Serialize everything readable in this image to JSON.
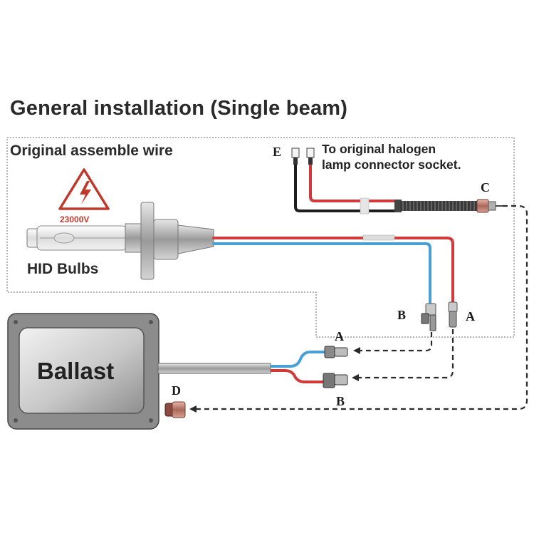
{
  "title": "General installation (Single beam)",
  "subtitle": "Original assemble wire",
  "halogen_note": {
    "line1": "To original halogen",
    "line2": "lamp connector socket."
  },
  "bulb": {
    "label": "HID Bulbs",
    "voltage_warning": "23000V"
  },
  "ballast": {
    "label": "Ballast"
  },
  "connector_labels": {
    "E": "E",
    "C": "C",
    "B_bulb": "B",
    "A_bulb": "A",
    "A_ballast": "A",
    "B_ballast": "B",
    "D": "D"
  },
  "colors": {
    "red_wire": "#d13a3a",
    "blue_wire": "#4a9fd4",
    "black_wire": "#1e1e1e",
    "warning_red": "#c0392b",
    "ballast_body": "#9a9a9a"
  },
  "icons": [
    "high-voltage-warning-icon"
  ]
}
